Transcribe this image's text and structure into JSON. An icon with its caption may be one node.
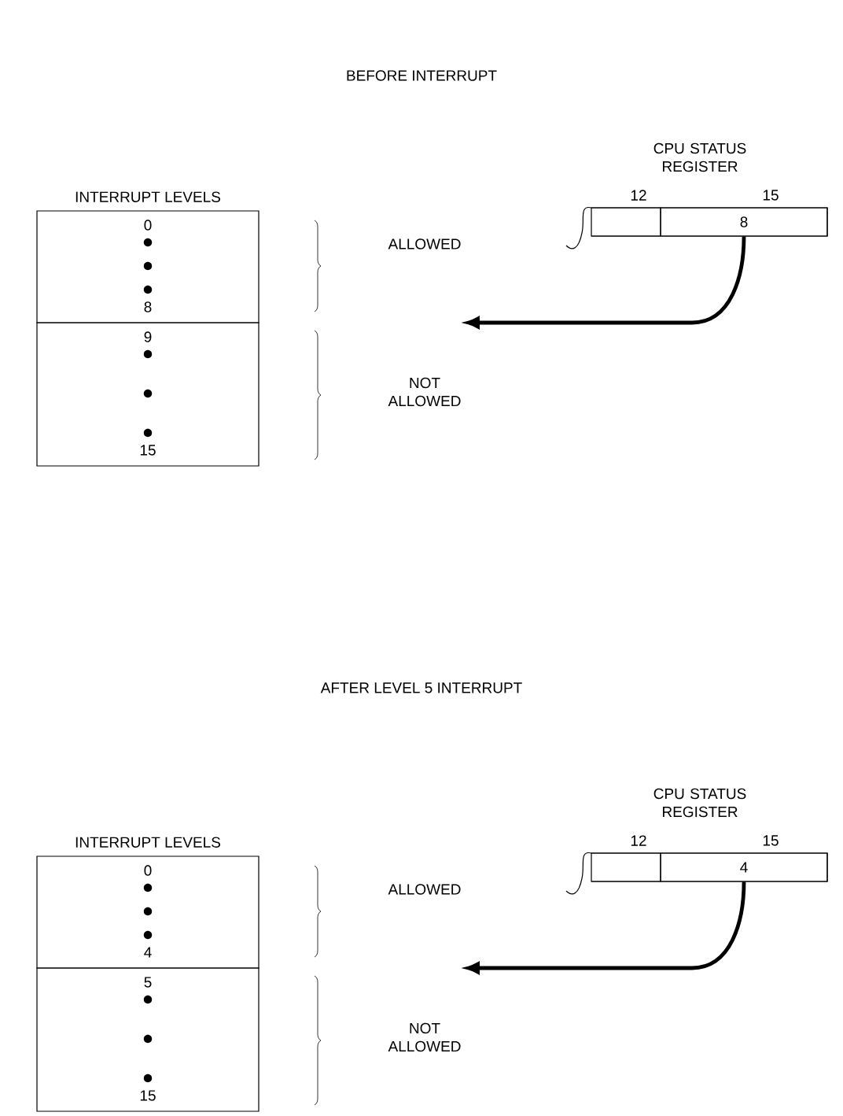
{
  "diagram": {
    "nodes": [
      {
        "text": [
          "0",
          "8"
        ]
      },
      {
        "text": [
          "9",
          "15"
        ]
      },
      {
        "text": [
          "CPU STATUS REGISTER"
        ],
        "beside": [
          "12",
          "15"
        ]
      },
      {
        "text": [],
        "shape": "box",
        "in": 2
      },
      {
        "text": [
          "8"
        ],
        "in": 2
      },
      {
        "text": [
          "0",
          "4"
        ]
      },
      {
        "text": [
          "5",
          "15"
        ]
      },
      {
        "text": [
          "CPU STATUS REGISTER"
        ],
        "beside": [
          "12",
          "15"
        ]
      },
      {
        "text": [],
        "shape": "box",
        "in": 7
      },
      {
        "text": [
          "4"
        ],
        "in": 7
      }
    ],
    "edges": [
      {
        "from": 4,
        "to": null,
        "arrow": "to"
      },
      {
        "from": 9,
        "to": null,
        "arrow": "to"
      }
    ],
    "labels": [
      "BEFORE INTERRUPT",
      "INTERRUPT LEVELS",
      "ALLOWED",
      "NOT ALLOWED",
      "AFTER LEVEL 5 INTERRUPT",
      "INTERRUPT LEVELS",
      "ALLOWED",
      "NOT ALLOWED"
    ]
  }
}
